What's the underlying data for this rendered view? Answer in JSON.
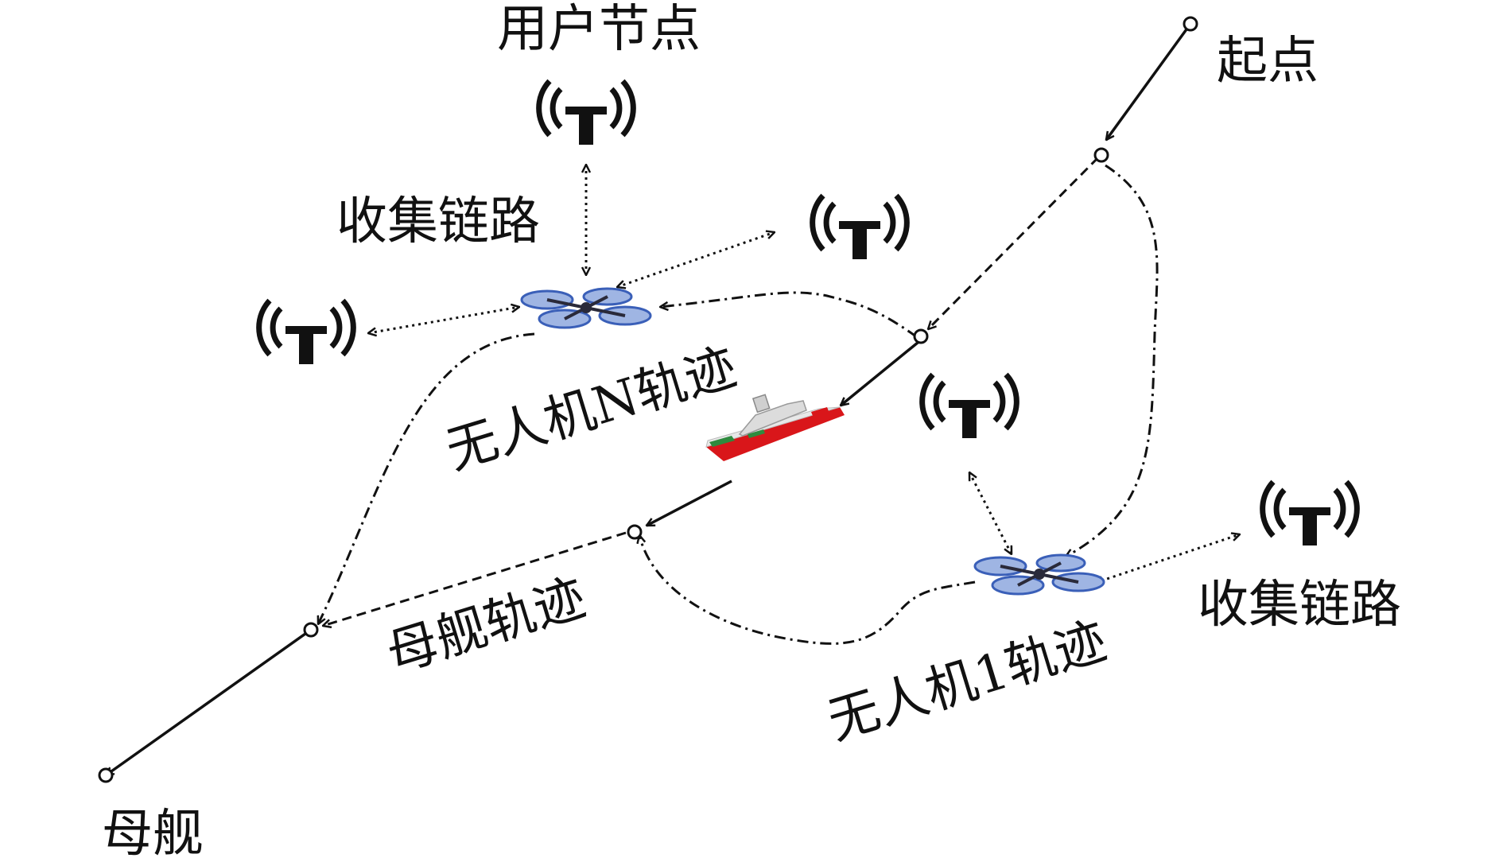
{
  "labels": {
    "start": "起点",
    "mothership_end": "母舰",
    "user_node": "用户节点",
    "collect_link_left": "收集链路",
    "collect_link_right": "收集链路",
    "uav_n_track": "无人机N轨迹",
    "uav_1_track": "无人机1轨迹",
    "mothership_track": "母舰轨迹"
  },
  "icons": {
    "user_node": "antenna-tower-icon",
    "uav": "quadcopter-drone-icon",
    "ship": "ship-icon"
  },
  "legend_styles": {
    "mothership_track": "solid-arrow",
    "uav_track": "dash-dot",
    "uav_to_uav_handoff": "dashed",
    "collect_link": "dotted-double-arrow"
  },
  "colors": {
    "line": "#111111",
    "drone_rotor": "#4a72c8",
    "ship_hull": "#d9161a",
    "ship_accent": "#2e8b3e"
  }
}
